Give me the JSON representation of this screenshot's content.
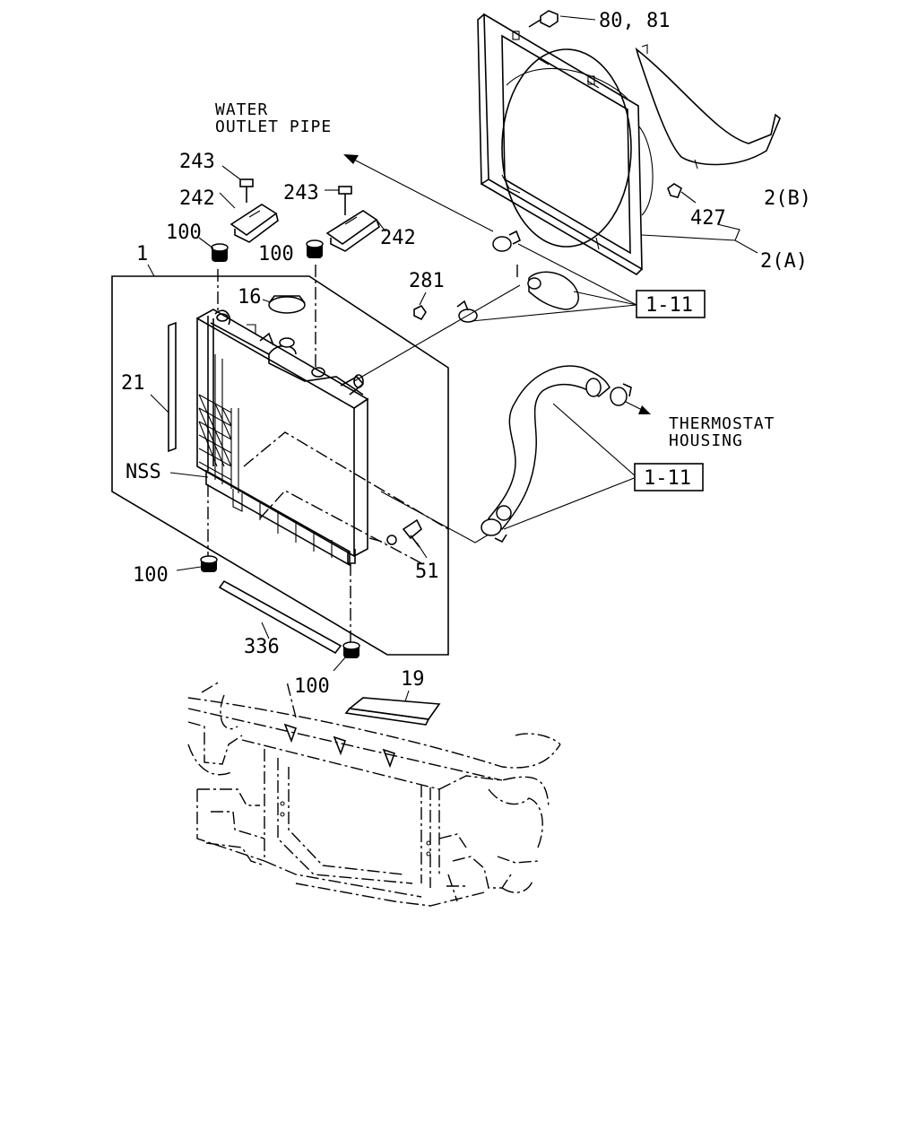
{
  "notes": {
    "water_outlet_line1": "WATER",
    "water_outlet_line2": "OUTLET PIPE",
    "thermostat_line1": "THERMOSTAT",
    "thermostat_line2": "HOUSING"
  },
  "callouts": {
    "c_80_81": "80, 81",
    "c_2b": "2(B)",
    "c_427": "427",
    "c_2a": "2(A)",
    "c_243a": "243",
    "c_242a": "242",
    "c_243b": "243",
    "c_242b": "242",
    "c_100a": "100",
    "c_100b": "100",
    "c_1": "1",
    "c_16": "16",
    "c_281": "281",
    "c_21": "21",
    "c_nss": "NSS",
    "c_51": "51",
    "c_100c": "100",
    "c_336": "336",
    "c_100d": "100",
    "c_19": "19",
    "ref_1_11_top": "1-11",
    "ref_1_11_bottom": "1-11"
  },
  "colors": {
    "ink": "#000000",
    "paper": "#ffffff"
  }
}
